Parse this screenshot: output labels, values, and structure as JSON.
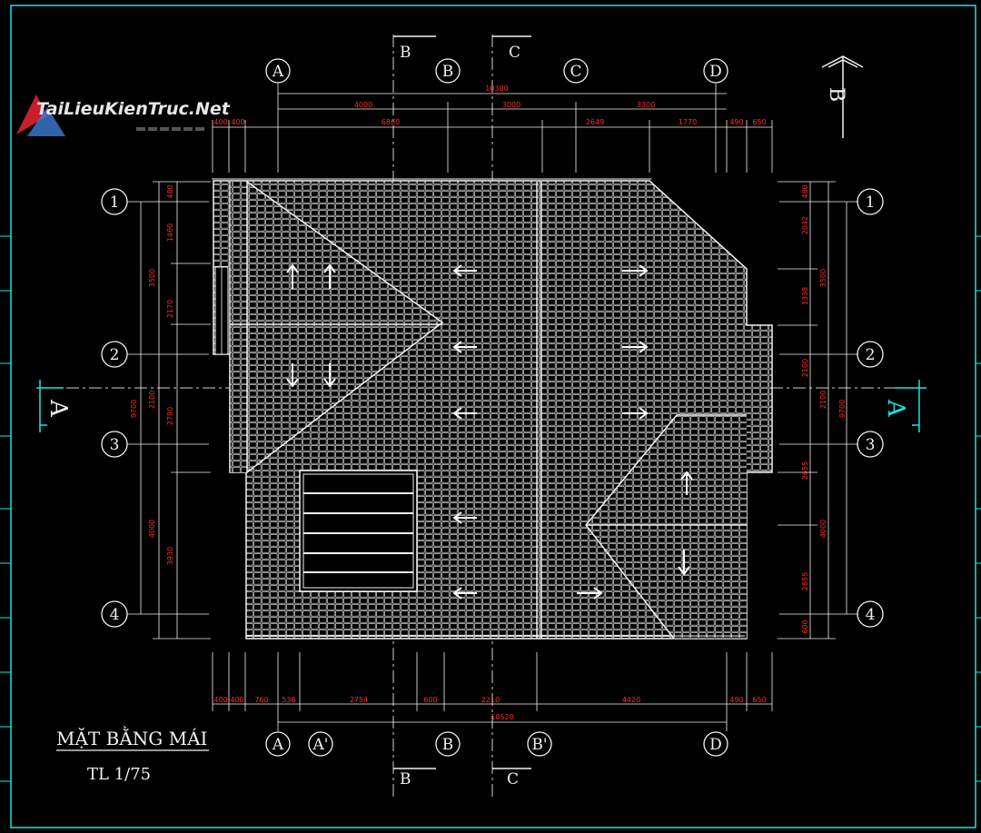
{
  "watermark": {
    "text": "TaiLieuKienTruc.Net",
    "colors": [
      "#c81e2d",
      "#3c7cd4",
      "#ffffff"
    ]
  },
  "title": {
    "main": "MẶT BẰNG MÁI",
    "scale": "TL 1/75"
  },
  "sections": {
    "A_left": "A",
    "A_right": "A",
    "B_top": "B",
    "C_top": "C",
    "B_bottom": "B",
    "C_bottom": "C",
    "B_side": "B"
  },
  "grid_axes": {
    "top": [
      "A",
      "B",
      "C",
      "D"
    ],
    "bottom": [
      "A",
      "A'",
      "B",
      "B'",
      "D"
    ],
    "left": [
      "1",
      "2",
      "3",
      "4"
    ],
    "right": [
      "1",
      "2",
      "3",
      "4"
    ]
  },
  "dimensions": {
    "top_overall": "10300",
    "top_row2": [
      "4000",
      "3000",
      "3300"
    ],
    "top_row3": [
      "400",
      "400",
      "6860",
      "2649",
      "1770",
      "490",
      "650"
    ],
    "bottom_row1": [
      "400",
      "400",
      "760",
      "536",
      "2754",
      "600",
      "2210",
      "4420",
      "490",
      "650"
    ],
    "bottom_overall": "10520",
    "left_inner": [
      "480",
      "1460",
      "2170",
      "2780",
      "3930"
    ],
    "left_mid": [
      "3500",
      "2100",
      "4000"
    ],
    "left_overall": "9700",
    "right_inner": [
      "480",
      "2042",
      "1338",
      "2100",
      "2655",
      "2655",
      "600"
    ],
    "right_mid": [
      "3500",
      "2100",
      "4000"
    ],
    "right_overall": "9700"
  },
  "colors": {
    "background": "#000000",
    "lines": "#f2f2f2",
    "dimension_text": "#ff2a2a",
    "frame": "#19e6e6"
  }
}
